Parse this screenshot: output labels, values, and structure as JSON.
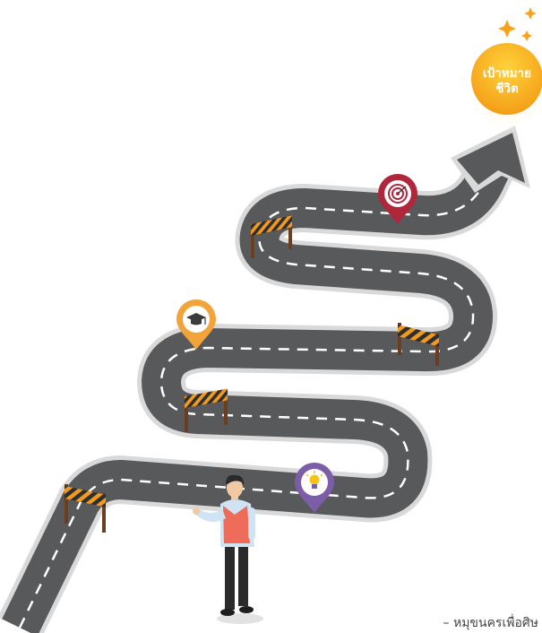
{
  "goal": {
    "line1": "เป้าหมาย",
    "line2": "ชีวิต",
    "color": "#F6A21A"
  },
  "credit": "– หมุขนครเพื่อศิษ",
  "milestones": [
    {
      "icon": "lightbulb-icon",
      "color": "#7B5EA7"
    },
    {
      "icon": "graduation-cap-icon",
      "color": "#F2A33A"
    },
    {
      "icon": "target-icon",
      "color": "#B0263A"
    }
  ],
  "colors": {
    "road": "#58595B",
    "road_edge": "#D9D9D9",
    "lane": "#FFFFFF",
    "barrier_stripe": "#F29A1E",
    "barrier_dark": "#2E2E2E",
    "sparkle": "#F6A21A"
  }
}
